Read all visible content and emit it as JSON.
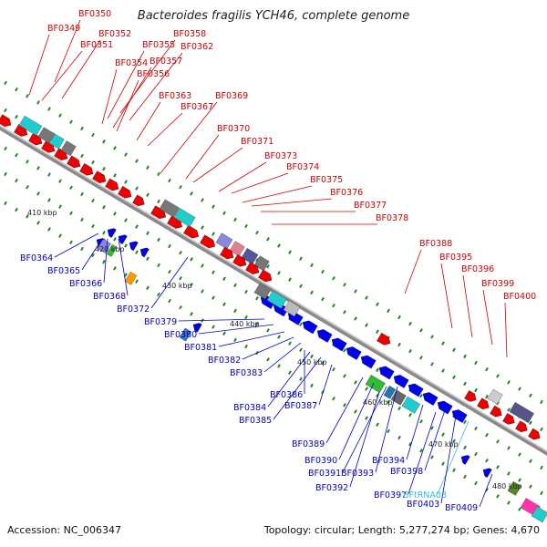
{
  "title": "Bacteroides fragilis YCH46, complete genome",
  "footer": {
    "accession": "Accession: NC_006347",
    "summary": "Topology: circular; Length: 5,277,274 bp; Genes: 4,670"
  },
  "colors": {
    "forward_label": "#d00000",
    "reverse_label": "#0000cc",
    "trna_label": "#33bbdd",
    "backbone": "#888888",
    "tick": "#1a8a1a",
    "gene_fwd": "#ee0000",
    "gene_rev": "#0000ee"
  },
  "kbp_ticks": [
    "410 kbp",
    "420 kbp",
    "430 kbp",
    "440 kbp",
    "450 kbp",
    "460 kbp",
    "470 kbp",
    "480 kbp"
  ],
  "forward_labels": [
    "BF0350",
    "BF0349",
    "BF0352",
    "BF0351",
    "BF0358",
    "BF0355",
    "BF0362",
    "BF0354",
    "BF0357",
    "BF0356",
    "BF0363",
    "BF0369",
    "BF0367",
    "BF0370",
    "BF0371",
    "BF0373",
    "BF0374",
    "BF0375",
    "BF0376",
    "BF0377",
    "BF0378",
    "BF0388",
    "BF0395",
    "BF0396",
    "BF0399",
    "BF0400"
  ],
  "reverse_labels": [
    "BF0364",
    "BF0365",
    "BF0366",
    "BF0368",
    "BF0372",
    "BF0379",
    "BF0380",
    "BF0381",
    "BF0382",
    "BF0383",
    "BF0386",
    "BF0384",
    "BF0387",
    "BF0385",
    "BF0389",
    "BF0390",
    "BF0391",
    "BF0393",
    "BF0392",
    "BF0394",
    "BF0398",
    "BF0397",
    "BFtRNA03",
    "BF0403",
    "BF0409"
  ]
}
